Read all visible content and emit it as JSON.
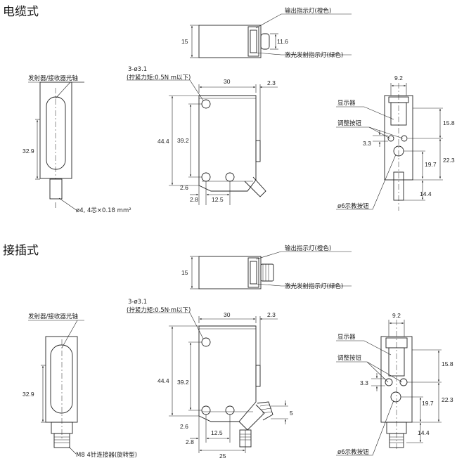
{
  "sections": [
    {
      "title": "电缆式",
      "labels": {
        "output_led": "输出指示灯(橙色)",
        "laser_led": "激光发射指示灯(绿色)",
        "optical_axis": "发射器/接收器光轴",
        "holes": "3-ø3.1",
        "torque": "(拧紧力矩:0.5N m以下)",
        "display": "显示器",
        "adjust_button": "调整按钮",
        "teach_button": "ø6示教按钮",
        "cable": "ø4, 4芯×0.18 mm²"
      },
      "dims": {
        "top_h": "15",
        "top_led": "11.6",
        "side_h": "32.9",
        "front_w": "30",
        "front_t": "2.3",
        "front_h": "44.4",
        "front_hole": "39.2",
        "front_b": "2.6",
        "front_l": "2.8",
        "front_pitch": "12.5",
        "right_w": "9.2",
        "right_a": "15.8",
        "right_b": "3.3",
        "right_c": "19.7",
        "right_d": "22.3",
        "right_e": "14.4"
      }
    },
    {
      "title": "接插式",
      "labels": {
        "output_led": "输出指示灯(橙色)",
        "laser_led": "激光发射指示灯(绿色)",
        "optical_axis": "发射器/接收器光轴",
        "holes": "3-ø3.1",
        "torque": "(拧紧力矩:0.5N·m以下)",
        "display": "显示器",
        "adjust_button": "调整按钮",
        "teach_button": "ø6示教按钮",
        "connector": "M8  4针连接器(旋转型)"
      },
      "dims": {
        "top_h": "15",
        "side_h": "32.9",
        "front_w": "30",
        "front_t": "2.3",
        "front_h": "44.4",
        "front_hole": "39.2",
        "front_b": "2.6",
        "front_l": "2.8",
        "front_pitch": "12.5",
        "front_total": "25",
        "front_conn": "5",
        "right_w": "9.2",
        "right_a": "15.8",
        "right_b": "3.3",
        "right_c": "19.7",
        "right_d": "22.3",
        "right_e": "14.4"
      }
    }
  ]
}
